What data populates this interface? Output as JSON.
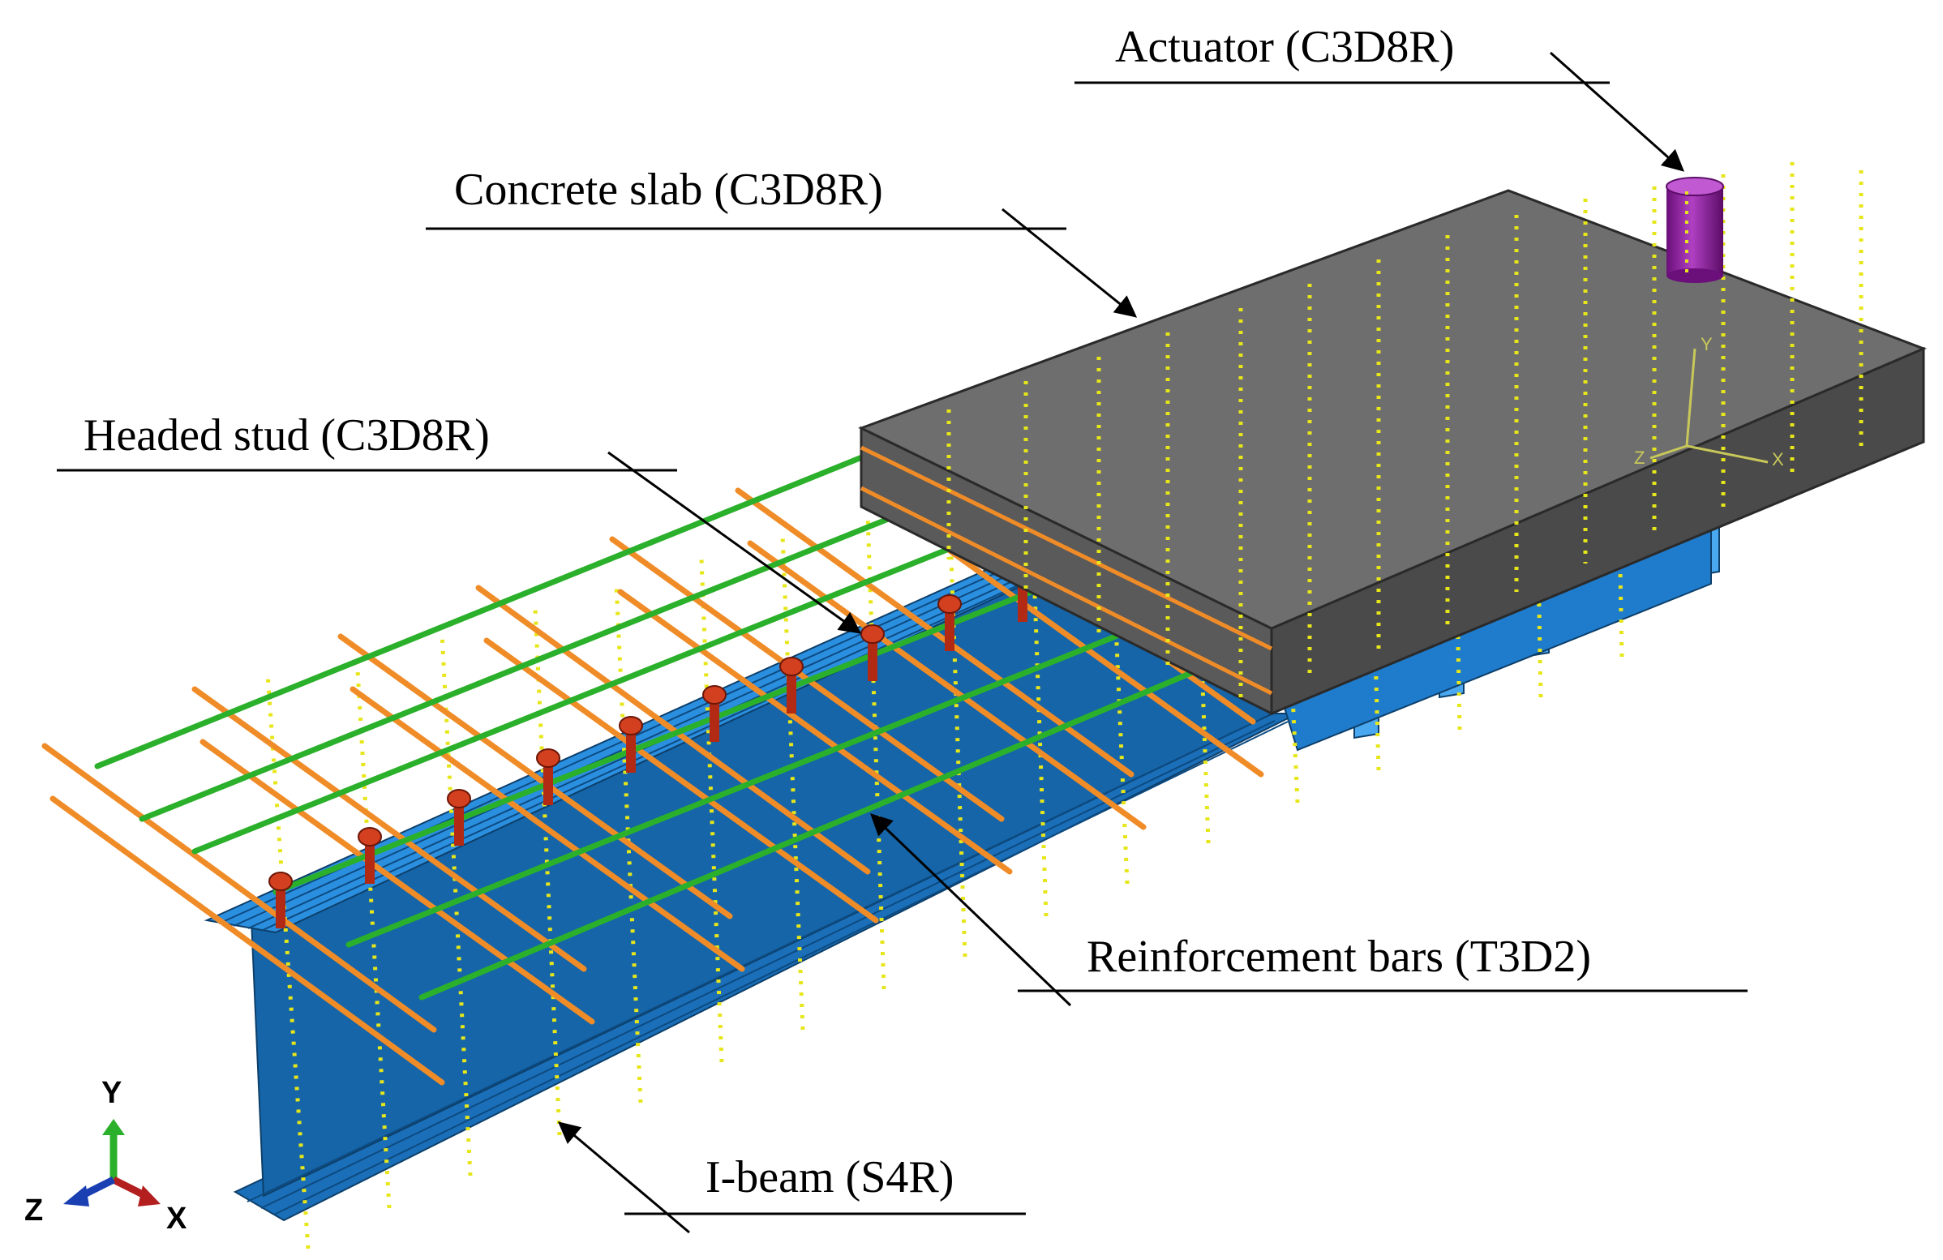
{
  "labels": {
    "actuator": "Actuator (C3D8R)",
    "concrete_slab": "Concrete slab (C3D8R)",
    "headed_stud": "Headed stud (C3D8R)",
    "reinforcement": "Reinforcement bars (T3D2)",
    "ibeam": "I-beam (S4R)"
  },
  "triad": {
    "y": "Y",
    "z": "Z",
    "x": "X"
  },
  "slab_triad": {
    "y": "Y",
    "z": "Z",
    "x": "X"
  },
  "colors": {
    "ibeam": "#1565a8",
    "ibeam_light": "#2b8fe0",
    "slab_top": "#6e6e6e",
    "slab_front": "#5a5a5a",
    "slab_side": "#4a4a4a",
    "green_bar": "#2bb02b",
    "orange_bar": "#f08c28",
    "stud": "#b32a14",
    "actuator": "#8a1b9a",
    "tie": "#e6e61a"
  }
}
